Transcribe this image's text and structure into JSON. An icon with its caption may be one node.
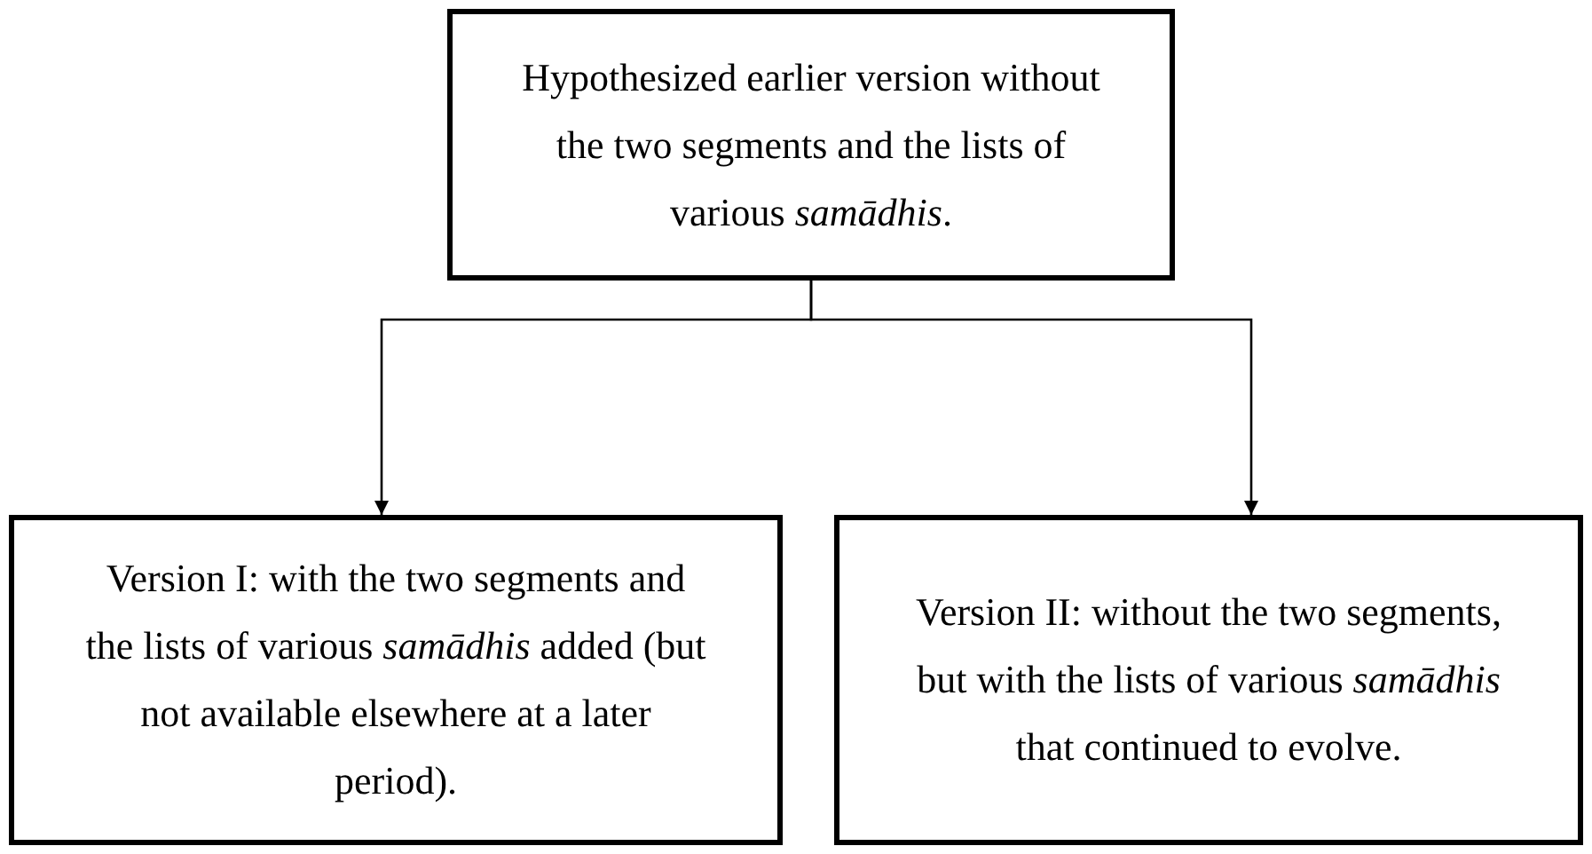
{
  "diagram": {
    "nodes": [
      {
        "text": [
          "Hypothesized earlier version without the two segments and the lists of various *samādhis*."
        ]
      },
      {
        "text": [
          "Version I: with the two segments and the lists of various *samādhis* added (but not available elsewhere at a later period)."
        ]
      },
      {
        "text": [
          "Version II: without the two segments, but with the lists of various *samādhis* that continued to evolve."
        ]
      }
    ],
    "edges": [
      {
        "from": 0,
        "to": 1,
        "arrow": "to"
      },
      {
        "from": 0,
        "to": 2,
        "arrow": "to"
      }
    ]
  }
}
